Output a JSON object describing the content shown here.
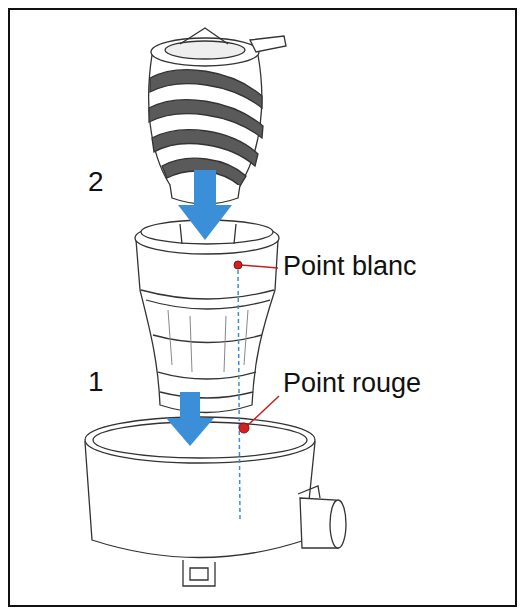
{
  "diagram": {
    "labels": [
      "2",
      "1",
      "Point blanc",
      "Point rouge"
    ]
  }
}
